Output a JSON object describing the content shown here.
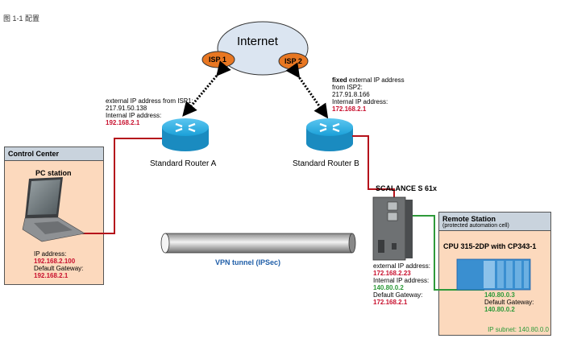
{
  "figure": {
    "title": "图 1-1 配置"
  },
  "internet": {
    "label": "Internet",
    "isp1": "ISP 1",
    "isp2": "ISP 2"
  },
  "router_a": {
    "name": "Standard Router A",
    "info": {
      "ext_label": "external IP address from ISP1:",
      "ext_ip": "217.91.50.138",
      "int_label": "Internal IP address:",
      "int_ip": "192.168.2.1"
    }
  },
  "router_b": {
    "name": "Standard Router B",
    "info": {
      "ext_label_bold": "fixed",
      "ext_label_rest": " external IP address",
      "ext_label_line2": "from ISP2:",
      "ext_ip": "217.91.8.166",
      "int_label": "Internal IP address:",
      "int_ip": "172.168.2.1"
    }
  },
  "control_center": {
    "header": "Control Center",
    "device": "PC station",
    "ip_label": "IP address:",
    "ip": "192.168.2.100",
    "gw_label": "Default Gateway:",
    "gw": "192.168.2.1"
  },
  "vpn": {
    "label": "VPN tunnel (IPSec)"
  },
  "scalance": {
    "title": "SCALANCE S 61x",
    "ext_label": "external IP address:",
    "ext_ip": "172.168.2.23",
    "int_label": "Internal IP address:",
    "int_ip": "140.80.0.2",
    "gw_label": "Default Gateway:",
    "gw": "172.168.2.1"
  },
  "remote_station": {
    "header": "Remote Station",
    "subheader": "(protected automation cell)",
    "device": "CPU 315-2DP with CP343-1",
    "ip_label": "IP address:",
    "ip": "140.80.0.3",
    "gw_label": "Default Gateway:",
    "gw": "140.80.0.2",
    "subnet": "IP subnet: 140.80.0.0"
  },
  "colors": {
    "red_link": "#b5121b",
    "green_link": "#2e9a3a",
    "router": "#1aa0d8"
  }
}
